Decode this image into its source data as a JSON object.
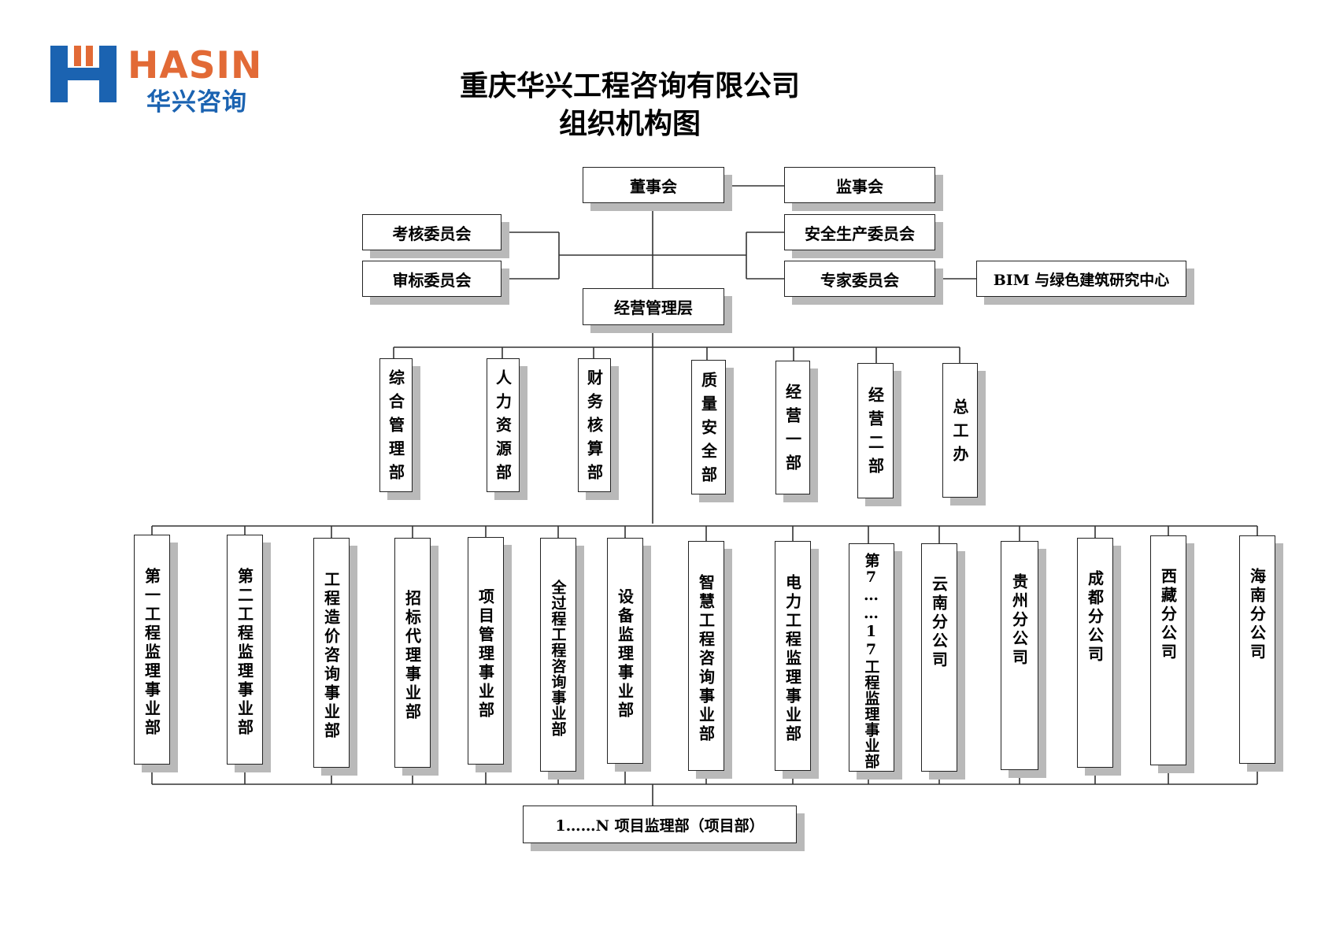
{
  "logo": {
    "brand_en": "HASIN",
    "brand_cn": "华兴咨询",
    "colors": {
      "blue": "#1b63b1",
      "orange": "#e26a36"
    }
  },
  "title": {
    "line1": "重庆华兴工程咨询有限公司",
    "line2": "组织机构图"
  },
  "nodes": {
    "board": "董事会",
    "supervisors": "监事会",
    "assessment": "考核委员会",
    "bid_review": "审标委员会",
    "safety": "安全生产委员会",
    "experts": "专家委员会",
    "bim": "BIM 与绿色建筑研究中心",
    "management": "经营管理层",
    "bottom": "1……N 项目监理部（项目部）"
  },
  "departments": [
    "综合管理部",
    "人力资源部",
    "财务核算部",
    "质量安全部",
    "经营一部",
    "经营二部",
    "总工办"
  ],
  "divisions": [
    "第一工程监理事业部",
    "第二工程监理事业部",
    "工程造价咨询事业部",
    "招标代理事业部",
    "项目管理事业部",
    "全过程工程咨询事业部",
    "设备监理事业部",
    "智慧工程咨询事业部",
    "电力工程监理事业部",
    "第7……17工程监理事业部",
    "云南分公司",
    "贵州分公司",
    "成都分公司",
    "西藏分公司",
    "海南分公司"
  ]
}
